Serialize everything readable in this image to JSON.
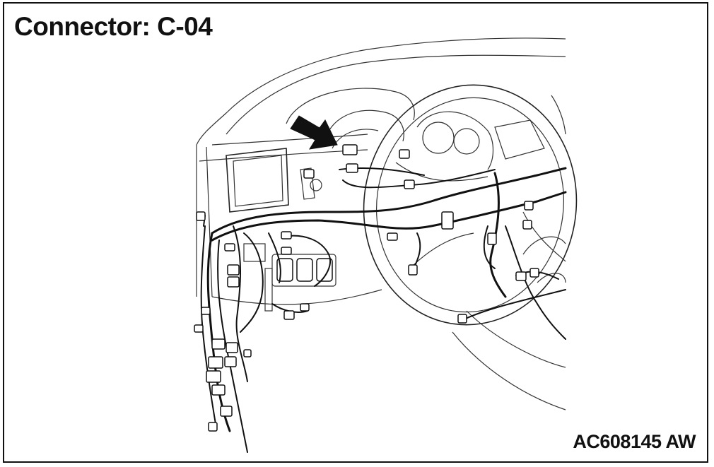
{
  "diagram": {
    "title": "Connector: C-04",
    "figure_code": "AC608145 AW",
    "arrow_target": "connector-c-04",
    "colors": {
      "line": "#111111",
      "background": "#ffffff"
    }
  }
}
